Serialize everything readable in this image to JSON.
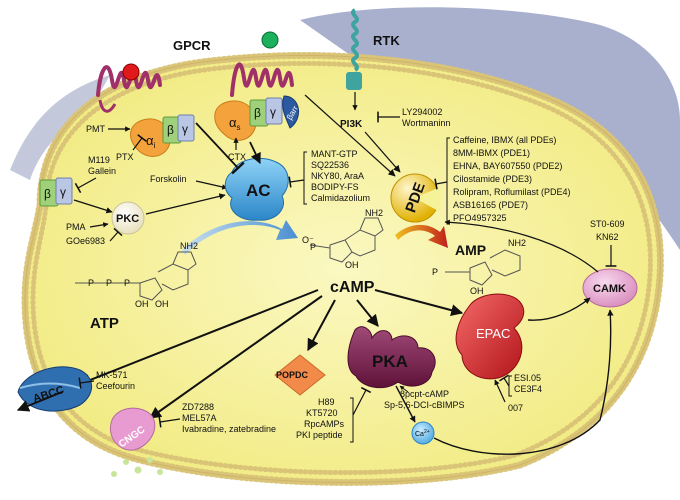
{
  "labels": {
    "gpcr": "GPCR",
    "rtk": "RTK",
    "pi3k": "PI3K",
    "ly": "LY294002",
    "wort": "Wortmaninn",
    "alpha": "α",
    "alpha_i_sub": "i",
    "alpha_s_sub": "s",
    "beta": "β",
    "gamma": "γ",
    "barr": "βarr",
    "pmt": "PMT",
    "ptx": "PTX",
    "ctx": "CTX",
    "m119": "M119",
    "gallein": "Gallein",
    "forskolin": "Forskolin",
    "pkc": "PKC",
    "pma": "PMA",
    "goe": "GOe6983",
    "ac": "AC",
    "ac_inhibitors": [
      "MANT-GTP",
      "SQ22536",
      "NKY80, AraA",
      "BODIPY-FS",
      "Calmidazolium"
    ],
    "pde": "PDE",
    "pde_inhibitors": [
      "Caffeine, IBMX (all PDEs)",
      "8MM-IBMX (PDE1)",
      "EHNA, BAY607550 (PDE2)",
      "Cilostamide (PDE3)",
      "Rolipram, Roflumilast (PDE4)",
      "ASB16165 (PDE7)",
      "PFO4957325"
    ],
    "st0": "ST0-609",
    "kn62": "KN62",
    "camk": "CAMK",
    "amp": "AMP",
    "camp": "cAMP",
    "atp": "ATP",
    "popdc": "POPDC",
    "pka": "PKA",
    "epac": "EPAC",
    "abcc": "ABCC",
    "cngc": "CNGC",
    "mk": "MK-571",
    "ceef": "Ceefourin",
    "zd": "ZD7288",
    "mel": "MEL57A",
    "ivab": "Ivabradine, zatebradine",
    "pka_inhibitors": [
      "H89",
      "KT5720",
      "RpcAMPs",
      "PKI peptide"
    ],
    "esi": "ESI.05",
    "ce3": "CE3F4",
    "epac_007": "007",
    "cpt1": "8pcpt-cAMP",
    "cpt2": "Sp-5,6-DCI-cBIMPS",
    "ca": "Ca",
    "ca_sup": "2+",
    "nh2": "NH2",
    "o": "O",
    "oh": "OH",
    "p": "P",
    "o_minus": "O⁻"
  },
  "colors": {
    "cytoplasm": "#f6f29a",
    "membrane_head": "#d8bf7a",
    "nucleus_bg": "#9aa2c4",
    "gpcr": "#a0306a",
    "ac": "#4aa8e0",
    "pde": "#f2c200",
    "pka": "#7a1f4f",
    "epac": "#d8262b",
    "camk": "#e7a6cf",
    "popdc": "#f28a4a",
    "cngc": "#e79bd0",
    "abcc": "#2f6fb0"
  }
}
